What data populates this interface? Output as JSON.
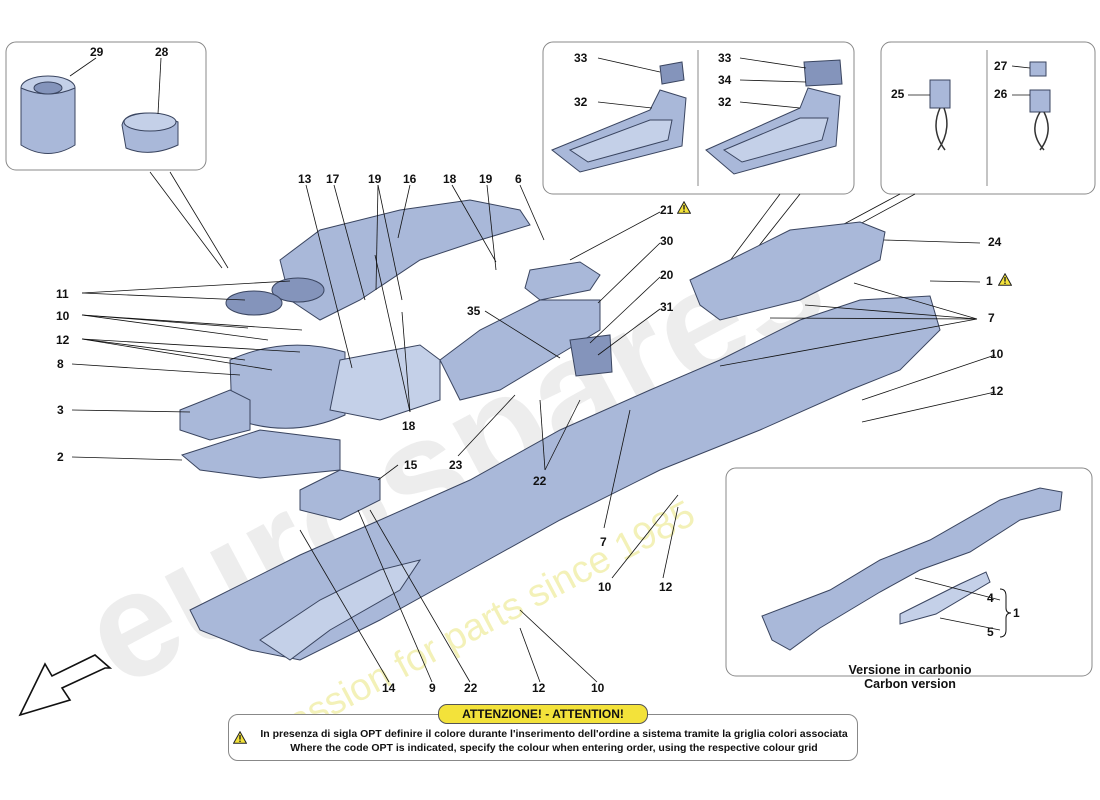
{
  "watermark": {
    "line1": "eurospares",
    "line2": "a passion for parts since 1985"
  },
  "insets": {
    "caps": {
      "labels": [
        "29",
        "28"
      ]
    },
    "switches": {
      "labels": [
        "33",
        "32",
        "33",
        "34",
        "32"
      ]
    },
    "sockets": {
      "labels": [
        "27",
        "25",
        "26"
      ]
    },
    "carbon": {
      "labels": [
        "4",
        "5",
        "1"
      ],
      "caption_it": "Versione in carbonio",
      "caption_en": "Carbon version"
    }
  },
  "main_labels": [
    "13",
    "17",
    "19",
    "16",
    "18",
    "19",
    "6",
    "21",
    "30",
    "20",
    "35",
    "31",
    "24",
    "1",
    "7",
    "11",
    "10",
    "12",
    "8",
    "3",
    "2",
    "18",
    "15",
    "23",
    "22",
    "7",
    "10",
    "12",
    "10",
    "12",
    "14",
    "9",
    "22",
    "12",
    "10"
  ],
  "notice": {
    "title": "ATTENZIONE! - ATTENTION!",
    "text_it": "In presenza di sigla OPT definire il colore durante l'inserimento dell'ordine a sistema tramite la griglia colori associata",
    "text_en": "Where the code OPT is indicated, specify the colour when entering order, using the respective colour grid"
  },
  "colors": {
    "part": "#a9b8d9",
    "warning": "#f3e23a",
    "watermark": "#ececec"
  }
}
